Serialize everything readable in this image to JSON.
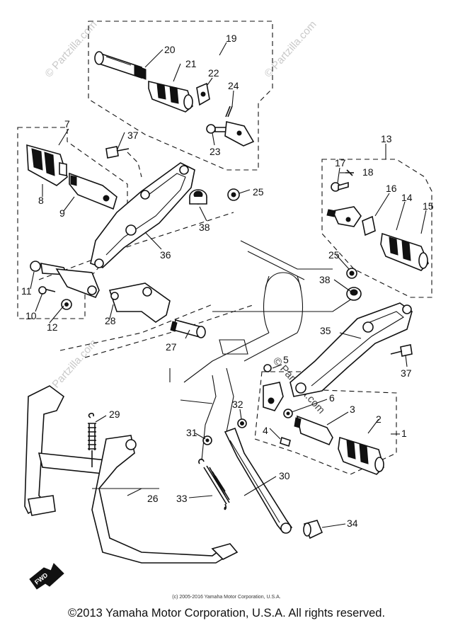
{
  "callouts": [
    "1",
    "2",
    "3",
    "4",
    "5",
    "6",
    "7",
    "8",
    "9",
    "10",
    "11",
    "12",
    "13",
    "14",
    "15",
    "16",
    "17",
    "18",
    "19",
    "20",
    "21",
    "22",
    "23",
    "24",
    "25",
    "25",
    "26",
    "27",
    "28",
    "29",
    "30",
    "31",
    "32",
    "33",
    "34",
    "35",
    "36",
    "37",
    "37",
    "38",
    "38"
  ],
  "direction_badge": "FWD",
  "watermark": "© Partzilla.com",
  "small_copyright": "(c) 2005-2016 Yamaha Motor Corporation, U.S.A.",
  "copyright": "©2013 Yamaha Motor Corporation, U.S.A. All rights reserved."
}
